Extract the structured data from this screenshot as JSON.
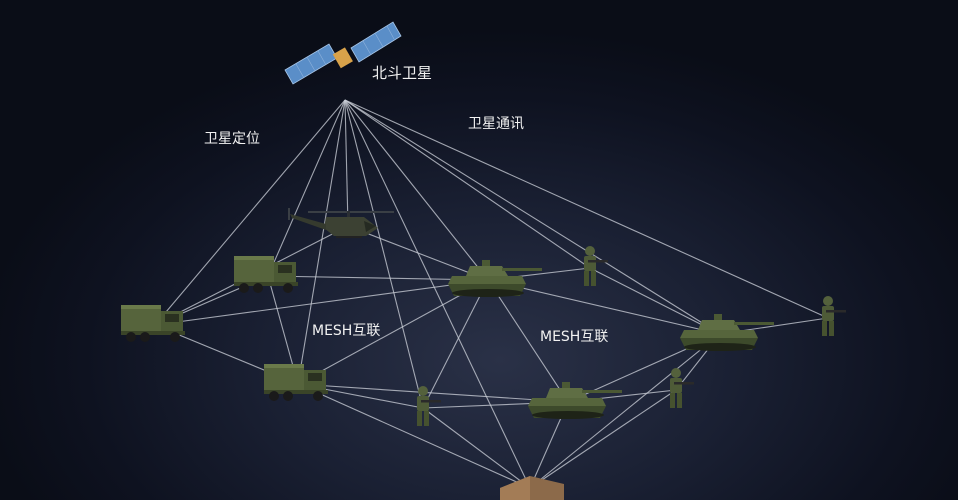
{
  "labels": {
    "satellite": "北斗卫星",
    "positioning": "卫星定位",
    "communication": "卫星通讯",
    "mesh_left": "MESH互联",
    "mesh_right": "MESH互联"
  },
  "units": [
    {
      "id": "sat",
      "kind": "satellite"
    },
    {
      "id": "heli",
      "kind": "helicopter"
    },
    {
      "id": "truck1",
      "kind": "truck"
    },
    {
      "id": "truck2",
      "kind": "truck"
    },
    {
      "id": "truck3",
      "kind": "truck"
    },
    {
      "id": "tank1",
      "kind": "tank"
    },
    {
      "id": "tank2",
      "kind": "tank"
    },
    {
      "id": "tank3",
      "kind": "tank"
    },
    {
      "id": "sold1",
      "kind": "soldier"
    },
    {
      "id": "sold2",
      "kind": "soldier"
    },
    {
      "id": "sold3",
      "kind": "soldier"
    },
    {
      "id": "sold4",
      "kind": "soldier"
    },
    {
      "id": "base",
      "kind": "base-station"
    }
  ],
  "satellite_links": [
    "truck1",
    "truck2",
    "truck3",
    "heli",
    "tank1",
    "tank2",
    "sold1",
    "sold2",
    "sold4",
    "base"
  ],
  "mesh_links": [
    [
      "truck1",
      "truck2"
    ],
    [
      "truck1",
      "heli"
    ],
    [
      "truck1",
      "truck3"
    ],
    [
      "truck1",
      "tank1"
    ],
    [
      "truck2",
      "tank1"
    ],
    [
      "truck2",
      "truck3"
    ],
    [
      "heli",
      "tank1"
    ],
    [
      "truck3",
      "tank1"
    ],
    [
      "truck3",
      "sold2"
    ],
    [
      "truck3",
      "tank3"
    ],
    [
      "truck3",
      "base"
    ],
    [
      "tank1",
      "tank3"
    ],
    [
      "tank1",
      "sold1"
    ],
    [
      "tank1",
      "sold2"
    ],
    [
      "tank1",
      "tank2"
    ],
    [
      "tank3",
      "tank2"
    ],
    [
      "tank3",
      "sold3"
    ],
    [
      "tank3",
      "base"
    ],
    [
      "sold1",
      "tank2"
    ],
    [
      "tank2",
      "sold3"
    ],
    [
      "tank2",
      "sold4"
    ],
    [
      "tank2",
      "base"
    ],
    [
      "sold2",
      "tank3"
    ],
    [
      "sold2",
      "base"
    ],
    [
      "sold3",
      "base"
    ]
  ],
  "colors": {
    "link": "#c9cdd6",
    "vehicle": "#4c5a35",
    "label": "#f2f2f2"
  }
}
